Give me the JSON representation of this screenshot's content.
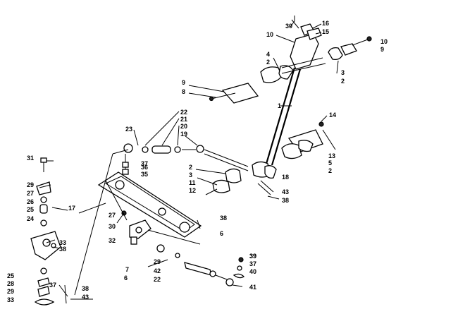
{
  "labels": [
    "30",
    "16",
    "15",
    "10",
    "10",
    "9",
    "4",
    "2",
    "3",
    "2",
    "9",
    "8",
    "1",
    "14",
    "22",
    "21",
    "20",
    "19",
    "23",
    "13",
    "5",
    "2",
    "2",
    "3",
    "11",
    "12",
    "18",
    "43",
    "38",
    "31",
    "37",
    "36",
    "35",
    "29",
    "27",
    "26",
    "17",
    "25",
    "24",
    "27",
    "30",
    "38",
    "6",
    "32",
    "33",
    "38",
    "7",
    "39",
    "6",
    "29",
    "42",
    "22",
    "39",
    "37",
    "40",
    "41",
    "25",
    "28",
    "29",
    "33",
    "37",
    "38",
    "43"
  ]
}
